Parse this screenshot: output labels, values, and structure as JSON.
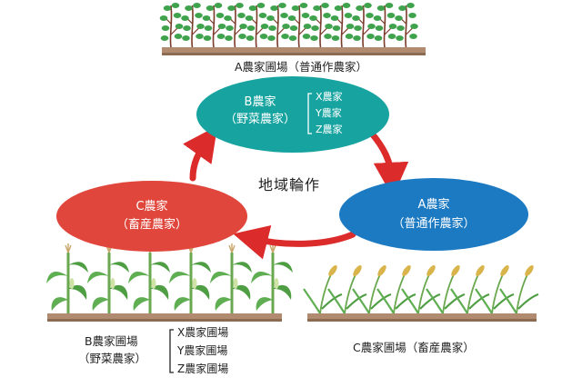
{
  "top_field": {
    "caption": "A農家圃場（普通作農家）"
  },
  "ellipse_b": {
    "title": "B農家",
    "subtitle": "（野菜農家）",
    "members": [
      "X農家",
      "Y農家",
      "Z農家"
    ]
  },
  "ellipse_c": {
    "title": "C農家",
    "subtitle": "（畜産農家）"
  },
  "ellipse_a": {
    "title": "A農家",
    "subtitle": "（普通作農家）"
  },
  "center_label": "地域輪作",
  "field_b": {
    "caption_line1": "B農家圃場",
    "caption_line2": "（野菜農家）",
    "members": [
      "X農家圃場",
      "Y農家圃場",
      "Z農家圃場"
    ]
  },
  "field_c": {
    "caption": "C農家圃場（畜産農家）"
  },
  "colors": {
    "teal": "#17a4a0",
    "red": "#e0463c",
    "blue": "#1c7ac2",
    "arrow": "#dc2b2b",
    "soil": "#b08b6f",
    "leaf": "#3fa34d",
    "stem": "#7a3b2a"
  },
  "icons": {
    "cycle_arrow": "curved-arrow-icon",
    "bracket": "bracket-icon"
  }
}
